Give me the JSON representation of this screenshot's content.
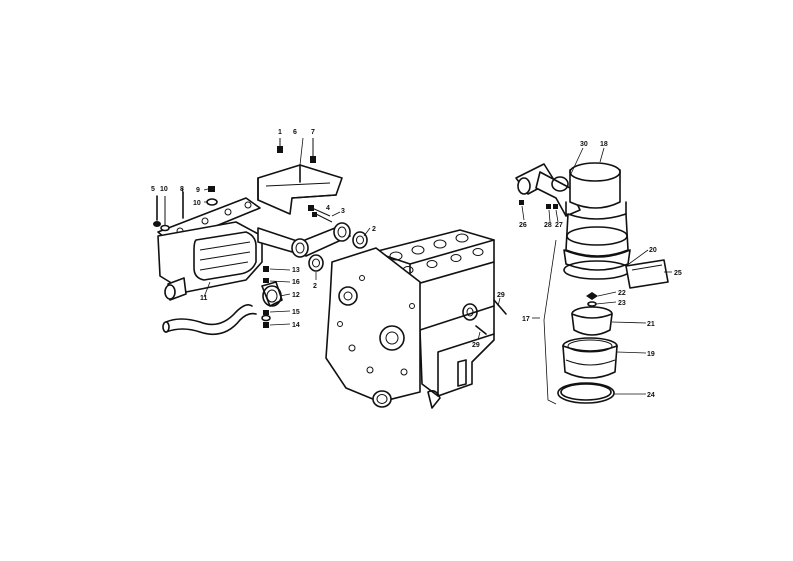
{
  "callouts": [
    {
      "id": "c1",
      "label": "1"
    },
    {
      "id": "c6",
      "label": "6"
    },
    {
      "id": "c7",
      "label": "7"
    },
    {
      "id": "c5",
      "label": "5"
    },
    {
      "id": "c10a",
      "label": "10"
    },
    {
      "id": "c8",
      "label": "8"
    },
    {
      "id": "c9",
      "label": "9"
    },
    {
      "id": "c10b",
      "label": "10"
    },
    {
      "id": "c4",
      "label": "4"
    },
    {
      "id": "c3",
      "label": "3"
    },
    {
      "id": "c2a",
      "label": "2"
    },
    {
      "id": "c2b",
      "label": "2"
    },
    {
      "id": "c13",
      "label": "13"
    },
    {
      "id": "c16",
      "label": "16"
    },
    {
      "id": "c12",
      "label": "12"
    },
    {
      "id": "c15",
      "label": "15"
    },
    {
      "id": "c11",
      "label": "11"
    },
    {
      "id": "c14",
      "label": "14"
    },
    {
      "id": "c30",
      "label": "30"
    },
    {
      "id": "c18",
      "label": "18"
    },
    {
      "id": "c26a",
      "label": "26"
    },
    {
      "id": "c28",
      "label": "28"
    },
    {
      "id": "c27",
      "label": "27"
    },
    {
      "id": "c20",
      "label": "20"
    },
    {
      "id": "c25",
      "label": "25"
    },
    {
      "id": "c29a",
      "label": "29"
    },
    {
      "id": "c29b",
      "label": "29"
    },
    {
      "id": "c22",
      "label": "22"
    },
    {
      "id": "c23",
      "label": "23"
    },
    {
      "id": "c17",
      "label": "17"
    },
    {
      "id": "c21",
      "label": "21"
    },
    {
      "id": "c19",
      "label": "19"
    },
    {
      "id": "c24",
      "label": "24"
    }
  ]
}
